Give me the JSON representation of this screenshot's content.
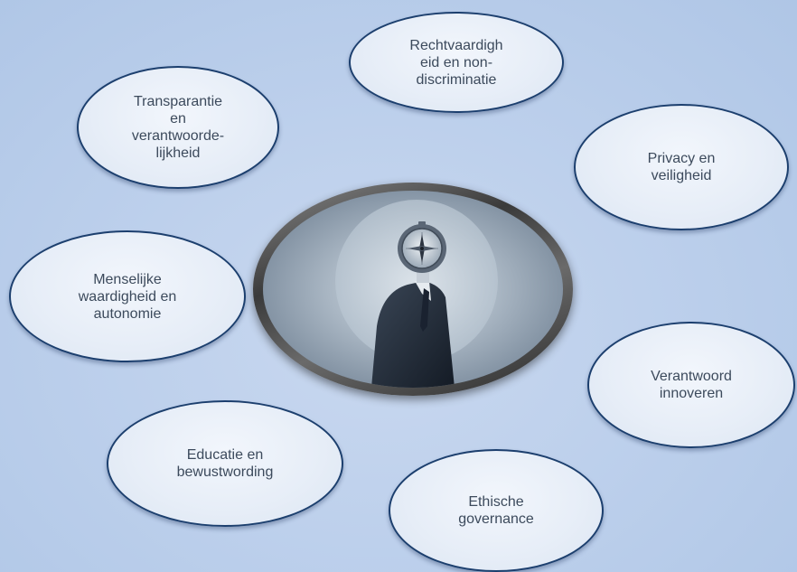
{
  "center_image": {
    "icon": "compass-head-man-icon"
  },
  "bubbles": {
    "rechtvaardigheid": "Rechtvaardigh\neid en non-\ndiscriminatie",
    "transparantie": "Transparantie\nen\nverantwoorde-\nlijkheid",
    "privacy": "Privacy en\nveiligheid",
    "menselijke": "Menselijke\nwaardigheid en\nautonomie",
    "innoveren": "Verantwoord\ninnoveren",
    "educatie": "Educatie en\nbewustwording",
    "governance": "Ethische\ngovernance"
  },
  "colors": {
    "bubble_border": "#1c3f6e",
    "bubble_fill": "#e6edf7",
    "bubble_text": "#3c4a5c",
    "background": "#bdd0ec"
  }
}
